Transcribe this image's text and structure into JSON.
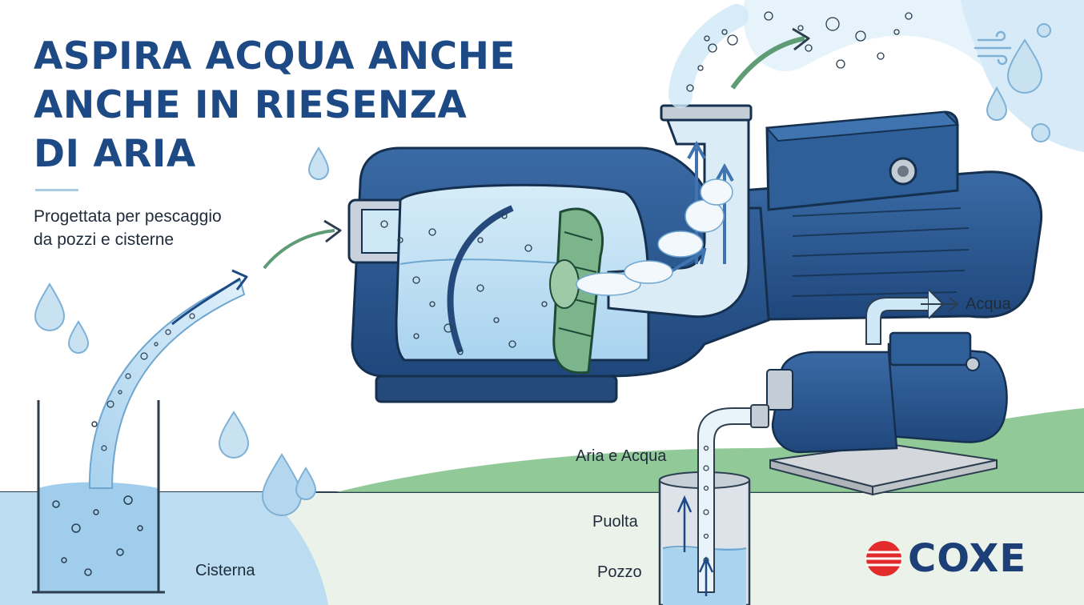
{
  "headline": {
    "line1": "ASPIRA ACQUA ANCHE",
    "line2": "ANCHE IN RIESENZA",
    "line3": "DI ARIA"
  },
  "subheadline": {
    "line1": "Progettata per pescaggio",
    "line2": "da pozzi e cisterne"
  },
  "labels": {
    "cistern": "Cisterna",
    "water_out": "Acqua",
    "air_water": "Aria e Acqua",
    "puolta": "Puolta",
    "well": "Pozzo"
  },
  "brand": {
    "name": "COXE"
  },
  "colors": {
    "title": "#1d4a85",
    "pump_body": "#2a578f",
    "water": "#bfe0f3",
    "impeller": "#7cb58c",
    "ground": "#eaf2ea",
    "logo_red": "#e32b2b"
  }
}
